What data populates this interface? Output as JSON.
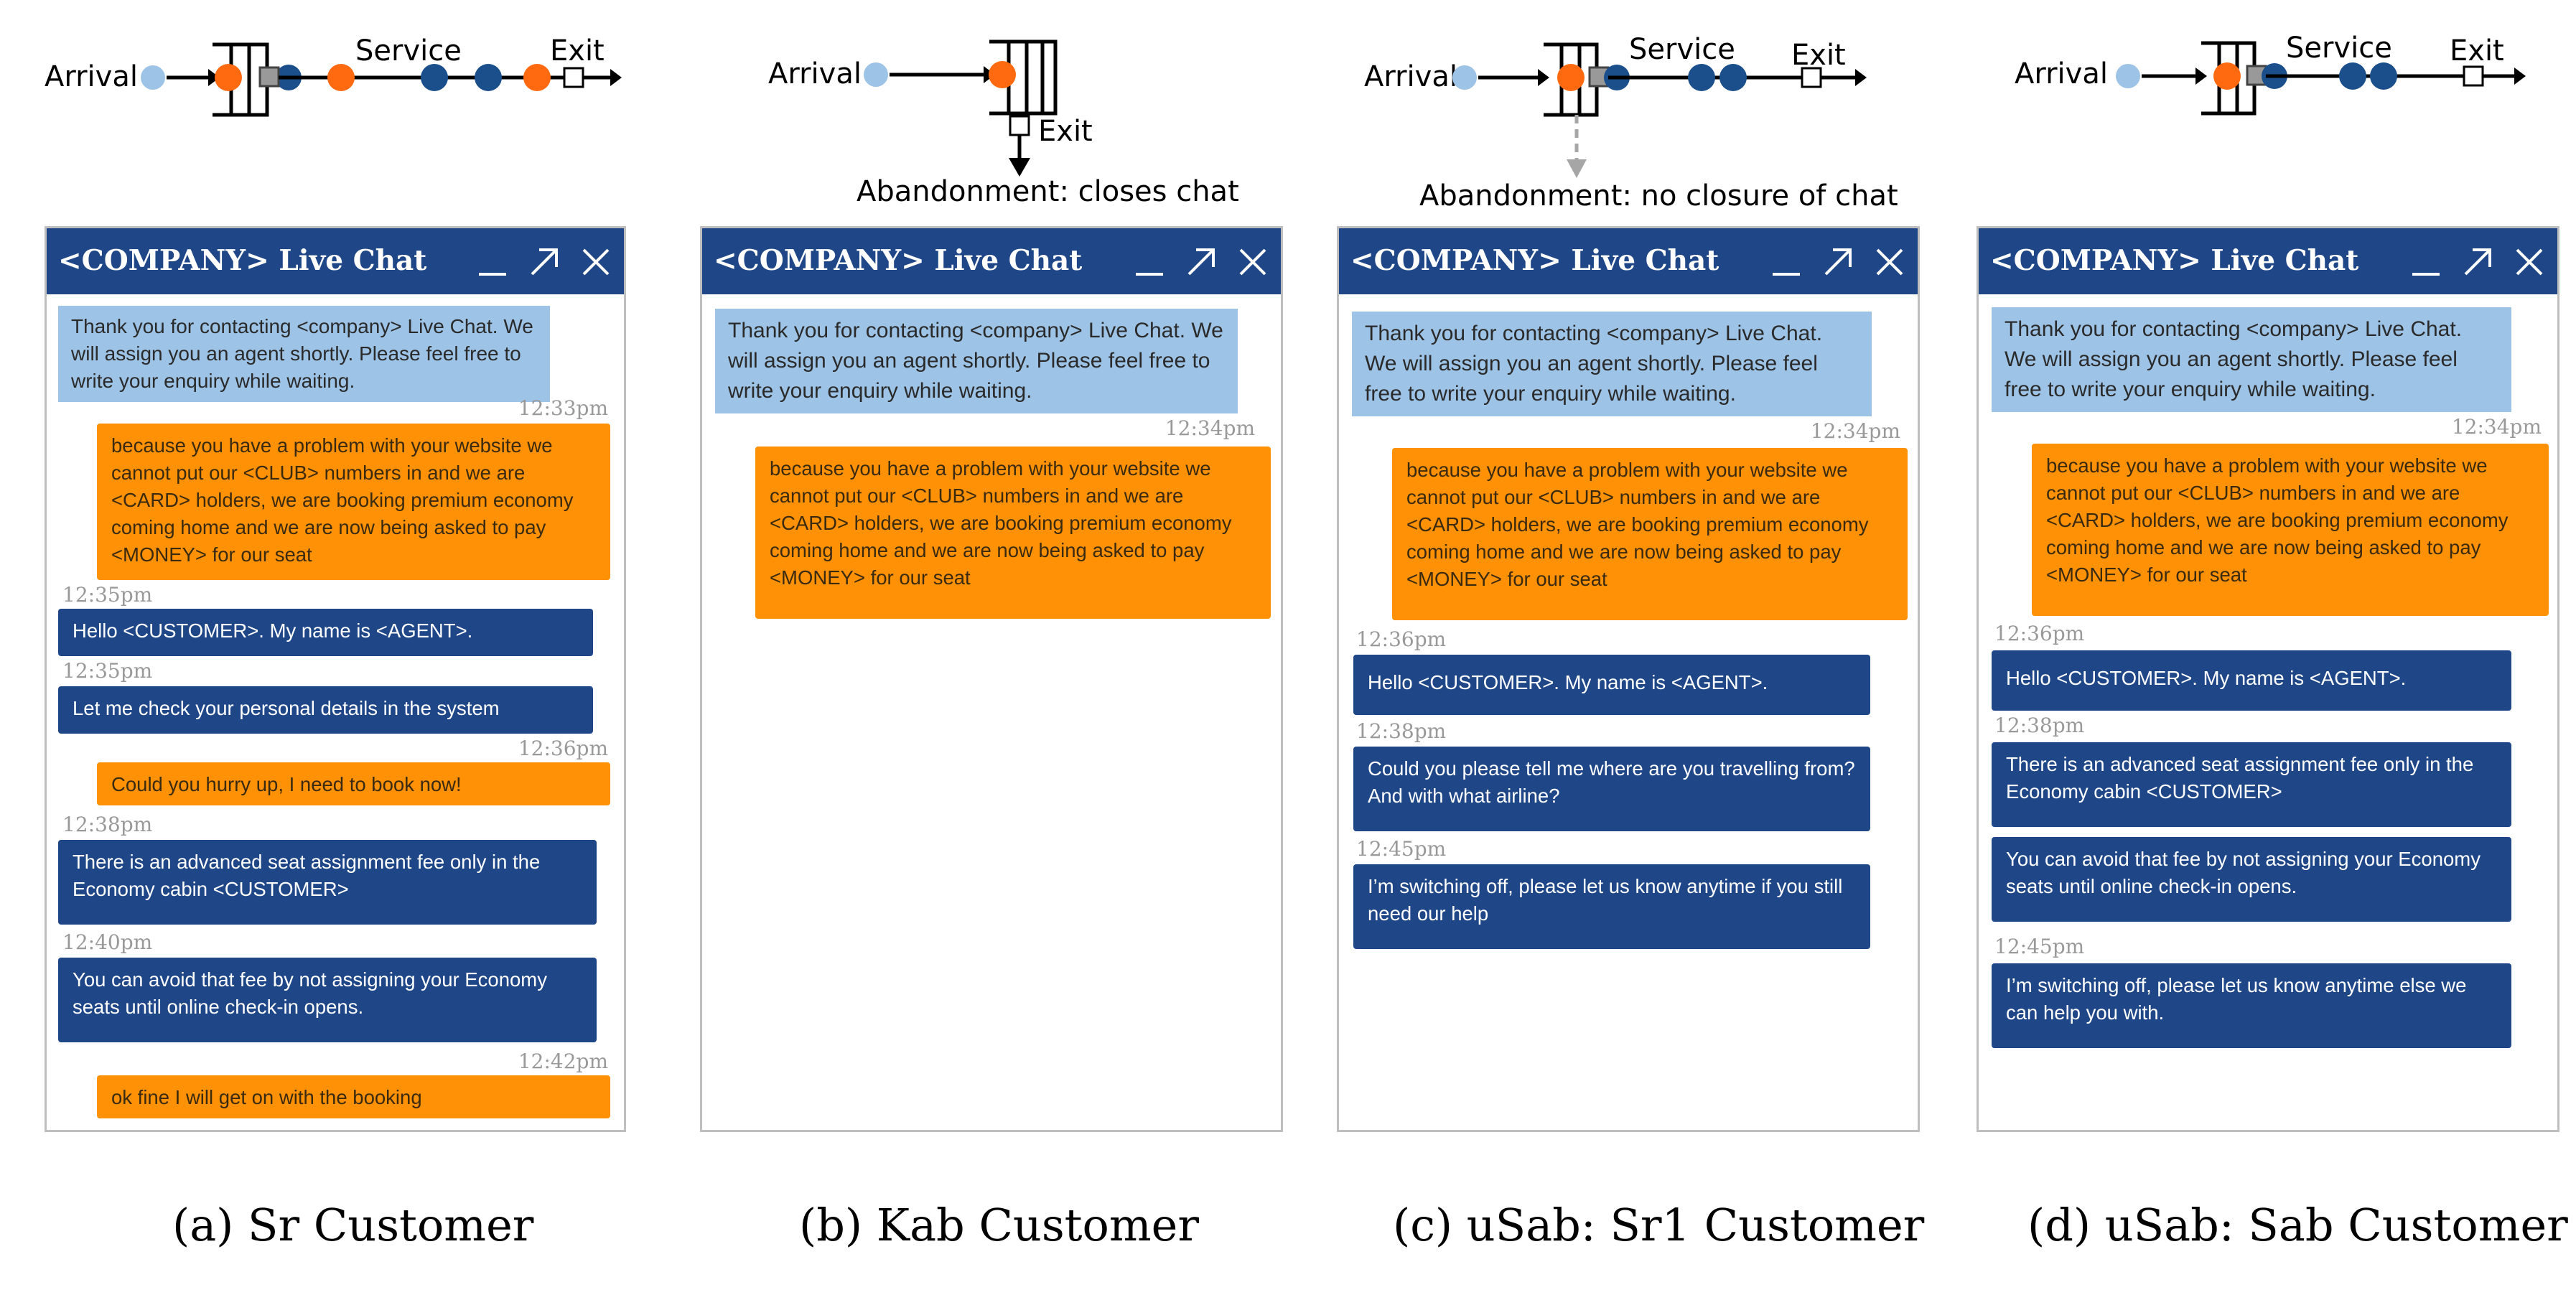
{
  "colors": {
    "header": "#1f4788",
    "agent": "#1f4788",
    "customer": "#ff9106",
    "system": "#9dc3e6",
    "arrival_dot": "#9dc3e6",
    "orange_dot": "#ff6a10",
    "blue_dot": "#1a4f8c",
    "timestamp": "#999999"
  },
  "panels": [
    {
      "caption": "(a)  Sr Customer",
      "diagram": {
        "arrival": "Arrival",
        "service": "Service",
        "exit": "Exit",
        "abandonment": ""
      },
      "window": {
        "title": "<COMPANY> Live Chat"
      },
      "messages": [
        {
          "role": "system",
          "text": "Thank you for contacting <company> Live Chat. We will assign you an agent shortly. Please feel free to write your enquiry while waiting."
        },
        {
          "role": "time",
          "side": "right",
          "text": "12:33pm"
        },
        {
          "role": "customer",
          "text": "because you have a problem with your website we cannot put our <CLUB> numbers in and we are <CARD> holders, we are booking premium economy coming home and we are now being asked to pay <MONEY> for our seat"
        },
        {
          "role": "time",
          "side": "left",
          "text": "12:35pm"
        },
        {
          "role": "agent",
          "text": "Hello <CUSTOMER>. My name is <AGENT>."
        },
        {
          "role": "time",
          "side": "left",
          "text": "12:35pm"
        },
        {
          "role": "agent",
          "text": "Let me check your personal details in the system"
        },
        {
          "role": "time",
          "side": "right",
          "text": "12:36pm"
        },
        {
          "role": "customer",
          "text": "Could you hurry up, I need to book now!"
        },
        {
          "role": "time",
          "side": "left",
          "text": "12:38pm"
        },
        {
          "role": "agent",
          "text": "There is an advanced seat assignment fee only in the Economy cabin <CUSTOMER>"
        },
        {
          "role": "time",
          "side": "left",
          "text": "12:40pm"
        },
        {
          "role": "agent",
          "text": "You can avoid that fee by not assigning your Economy seats until online check-in opens."
        },
        {
          "role": "time",
          "side": "right",
          "text": "12:42pm"
        },
        {
          "role": "customer",
          "text": "ok fine I will get on with the booking"
        }
      ]
    },
    {
      "caption": "(b)  Kab Customer",
      "diagram": {
        "arrival": "Arrival",
        "service": "",
        "exit": "Exit",
        "abandonment": "Abandonment: closes chat"
      },
      "window": {
        "title": "<COMPANY> Live Chat"
      },
      "messages": [
        {
          "role": "system",
          "text": "Thank you for contacting <company> Live Chat. We will assign you an agent shortly. Please feel free to write your enquiry while waiting."
        },
        {
          "role": "time",
          "side": "right",
          "text": "12:34pm"
        },
        {
          "role": "customer",
          "text": "because you have a problem with your website we cannot put our <CLUB> numbers in and we are <CARD> holders, we are booking premium economy coming home and we are now being asked to pay <MONEY> for our seat"
        }
      ]
    },
    {
      "caption": "(c)  uSab: Sr1 Customer",
      "diagram": {
        "arrival": "Arrival",
        "service": "Service",
        "exit": "Exit",
        "abandonment": "Abandonment: no closure of chat"
      },
      "window": {
        "title": "<COMPANY> Live Chat"
      },
      "messages": [
        {
          "role": "system",
          "text": "Thank you for contacting <company> Live Chat. We will assign you an agent shortly. Please feel free to write your enquiry while waiting."
        },
        {
          "role": "time",
          "side": "right",
          "text": "12:34pm"
        },
        {
          "role": "customer",
          "text": "because you have a problem with your website we cannot put our <CLUB> numbers in and we are <CARD> holders, we are booking premium economy coming home and we are now being asked to pay <MONEY> for our seat"
        },
        {
          "role": "time",
          "side": "left",
          "text": "12:36pm"
        },
        {
          "role": "agent",
          "text": "Hello <CUSTOMER>. My name is <AGENT>."
        },
        {
          "role": "time",
          "side": "left",
          "text": "12:38pm"
        },
        {
          "role": "agent",
          "text": "Could you please tell me where are you travelling from? And with what airline?"
        },
        {
          "role": "time",
          "side": "left",
          "text": "12:45pm"
        },
        {
          "role": "agent",
          "text": "I’m switching off, please let us know anytime if you still need our help"
        }
      ]
    },
    {
      "caption": "(d)  uSab: Sab Customer",
      "diagram": {
        "arrival": "Arrival",
        "service": "Service",
        "exit": "Exit",
        "abandonment": ""
      },
      "window": {
        "title": "<COMPANY> Live Chat"
      },
      "messages": [
        {
          "role": "system",
          "text": "Thank you for contacting <company> Live Chat. We will assign you an agent shortly. Please feel free to write your enquiry while waiting."
        },
        {
          "role": "time",
          "side": "right",
          "text": "12:34pm"
        },
        {
          "role": "customer",
          "text": "because you have a problem with your website we cannot put our <CLUB> numbers in and we are <CARD> holders, we are booking premium economy coming home and we are now being asked to pay <MONEY> for our seat"
        },
        {
          "role": "time",
          "side": "left",
          "text": "12:36pm"
        },
        {
          "role": "agent",
          "text": "Hello <CUSTOMER>. My name is <AGENT>."
        },
        {
          "role": "time",
          "side": "left",
          "text": "12:38pm"
        },
        {
          "role": "agent",
          "text": "There is an advanced seat assignment fee only in the Economy cabin <CUSTOMER>"
        },
        {
          "role": "agent",
          "text": "You can avoid that fee by not assigning your Economy seats until online check-in opens."
        },
        {
          "role": "time",
          "side": "left",
          "text": "12:45pm"
        },
        {
          "role": "agent",
          "text": "I’m switching off, please let us know anytime else we can help you with."
        }
      ]
    }
  ]
}
